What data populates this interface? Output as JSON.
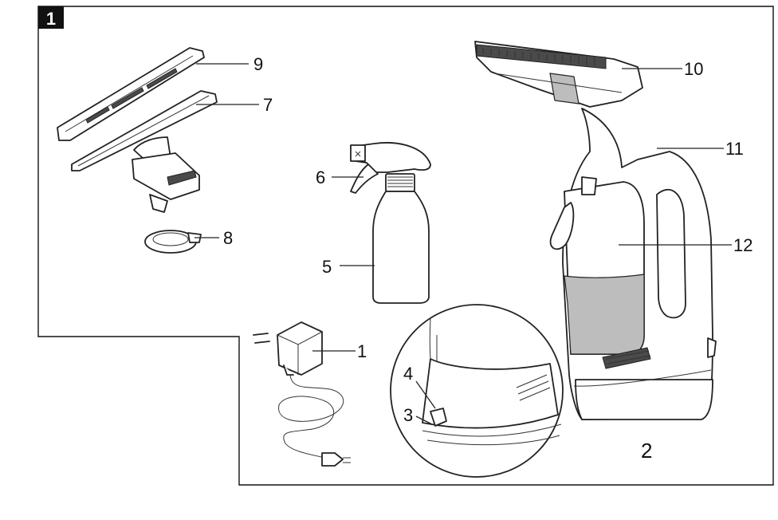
{
  "figure": {
    "badge": "1",
    "section_number": "2"
  },
  "callouts": {
    "c1": "1",
    "c3": "3",
    "c4": "4",
    "c5": "5",
    "c6": "6",
    "c7": "7",
    "c8": "8",
    "c9": "9",
    "c10": "10",
    "c11": "11",
    "c12": "12"
  }
}
